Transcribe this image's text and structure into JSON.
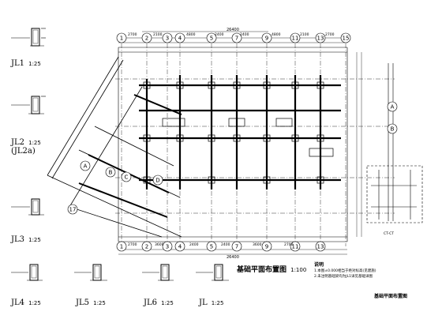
{
  "plan": {
    "title": "基础平面布置图",
    "scale": "1:100",
    "notes_head": "说明",
    "notes": [
      "1.本图±0.000相当于绝对标高(见建施)",
      "2.未注明基础梁均为JL1详见基础详图"
    ]
  },
  "beam_sections": [
    {
      "label": "JL1",
      "scale": "1:25"
    },
    {
      "label": "JL2",
      "sub": "(JL2a)",
      "scale": "1:25"
    },
    {
      "label": "JL3",
      "scale": "1:25"
    },
    {
      "label": "JL4",
      "scale": "1:25"
    },
    {
      "label": "JL5",
      "scale": "1:25"
    },
    {
      "label": "JL6",
      "scale": "1:25"
    },
    {
      "label": "JL",
      "scale": "1:25"
    }
  ],
  "axes": {
    "top": [
      "1",
      "2",
      "3",
      "4",
      "5",
      "7",
      "9",
      "11",
      "13",
      "15"
    ],
    "bottom": [
      "1",
      "2",
      "3",
      "4",
      "5",
      "7",
      "9",
      "11",
      "13"
    ],
    "right": [
      "A",
      "B"
    ],
    "skew": [
      "A",
      "B",
      "C",
      "D"
    ],
    "left_diag": [
      "17"
    ]
  },
  "inset": {
    "title": "基础平面布置图",
    "label": "CT-CT"
  },
  "dimensions": {
    "top_row": [
      "2700",
      "2100",
      "4800",
      "2400",
      "2400",
      "4800",
      "2100",
      "2700"
    ],
    "bottom_row": [
      "2700",
      "3600",
      "2400",
      "2400",
      "3600",
      "2700"
    ],
    "overall_top": "26400",
    "overall_bottom": "26400"
  }
}
